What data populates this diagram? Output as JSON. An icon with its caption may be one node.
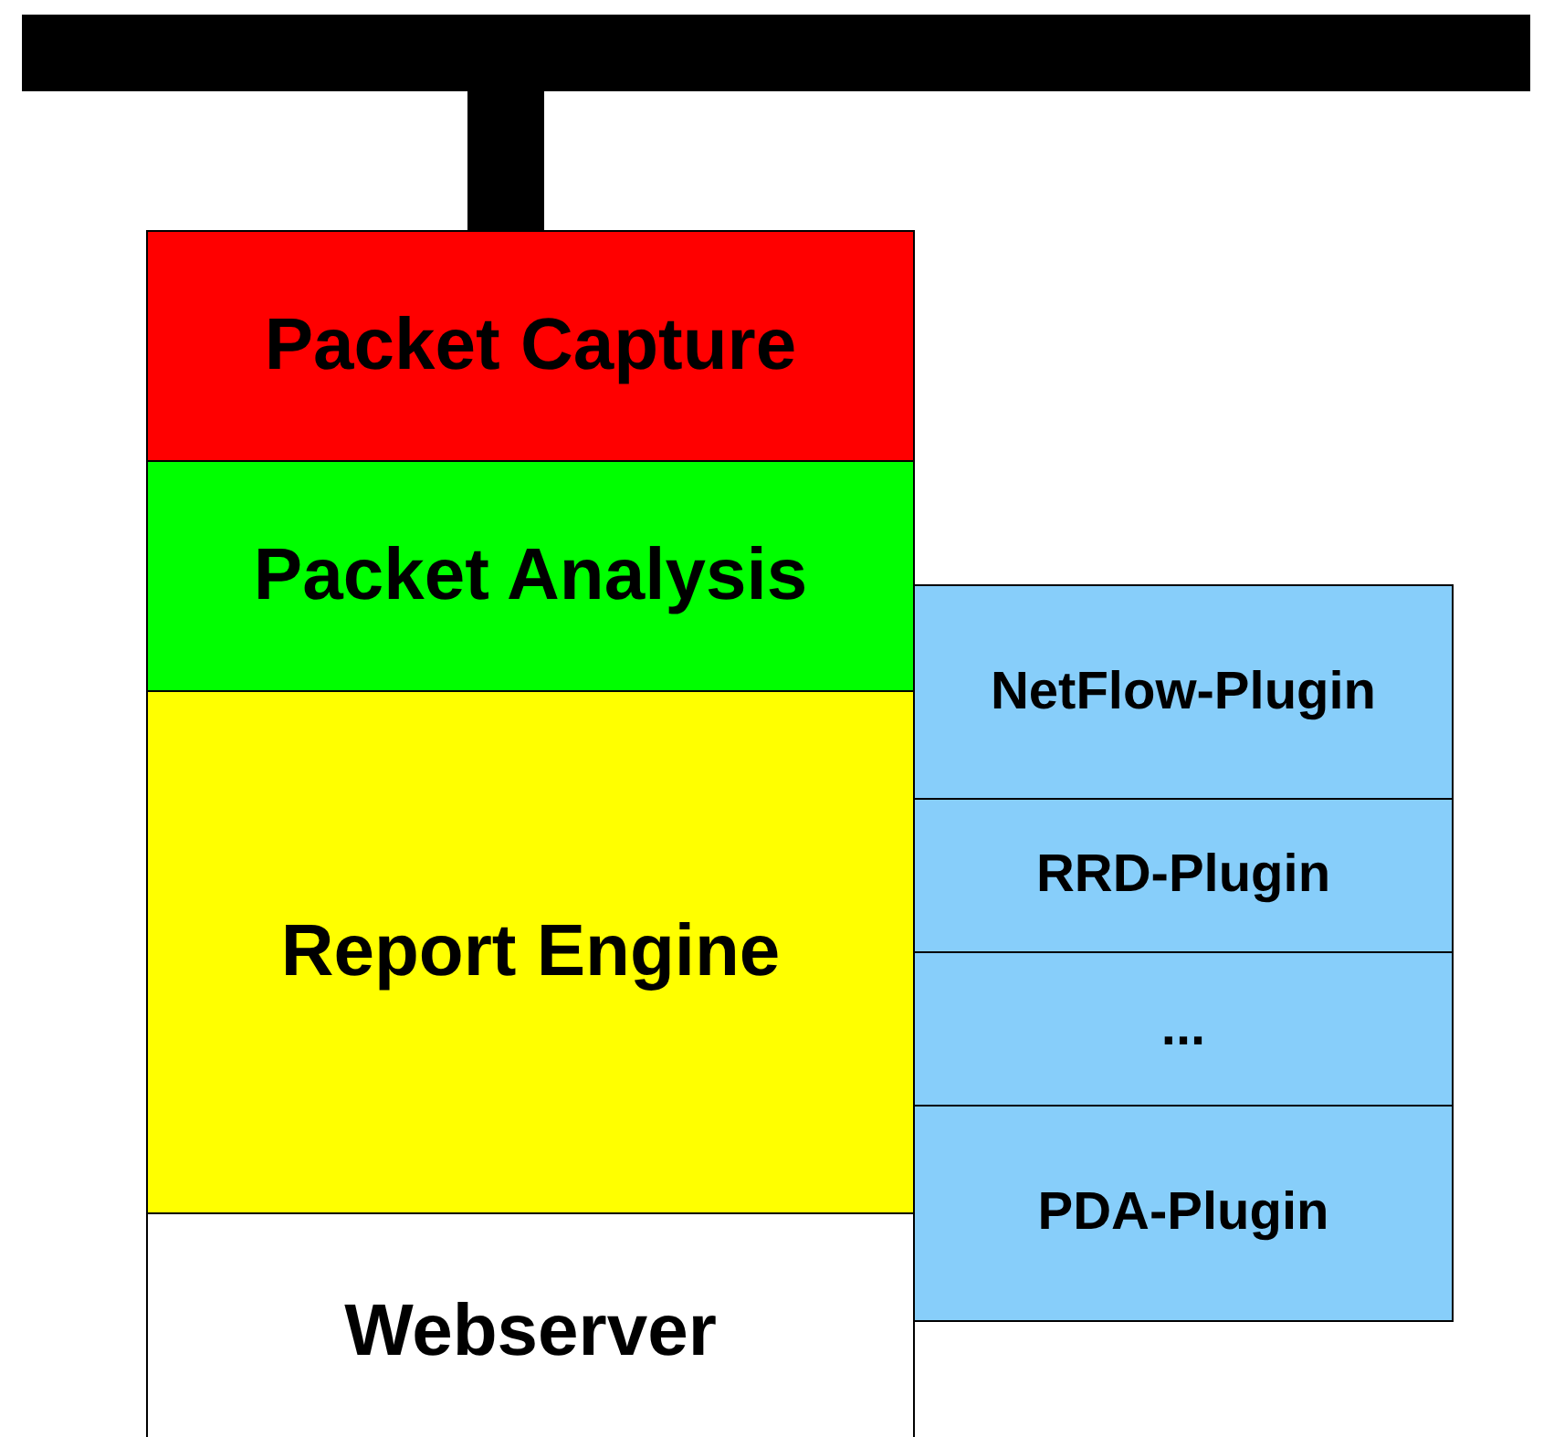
{
  "diagram": {
    "nodes": [
      {
        "text": [],
        "shape": "bar"
      },
      {
        "text": [
          "Packet Capture"
        ]
      },
      {
        "text": [
          "Packet Analysis"
        ]
      },
      {
        "text": [
          "Report Engine"
        ]
      },
      {
        "text": [
          "Webserver"
        ]
      },
      {
        "text": [
          "NetFlow-Plugin"
        ]
      },
      {
        "text": [
          "RRD-Plugin"
        ]
      },
      {
        "text": [
          "..."
        ]
      },
      {
        "text": [
          "PDA-Plugin"
        ]
      }
    ],
    "edges": [
      {
        "from": 0,
        "to": 1,
        "arrow": "none"
      }
    ]
  }
}
